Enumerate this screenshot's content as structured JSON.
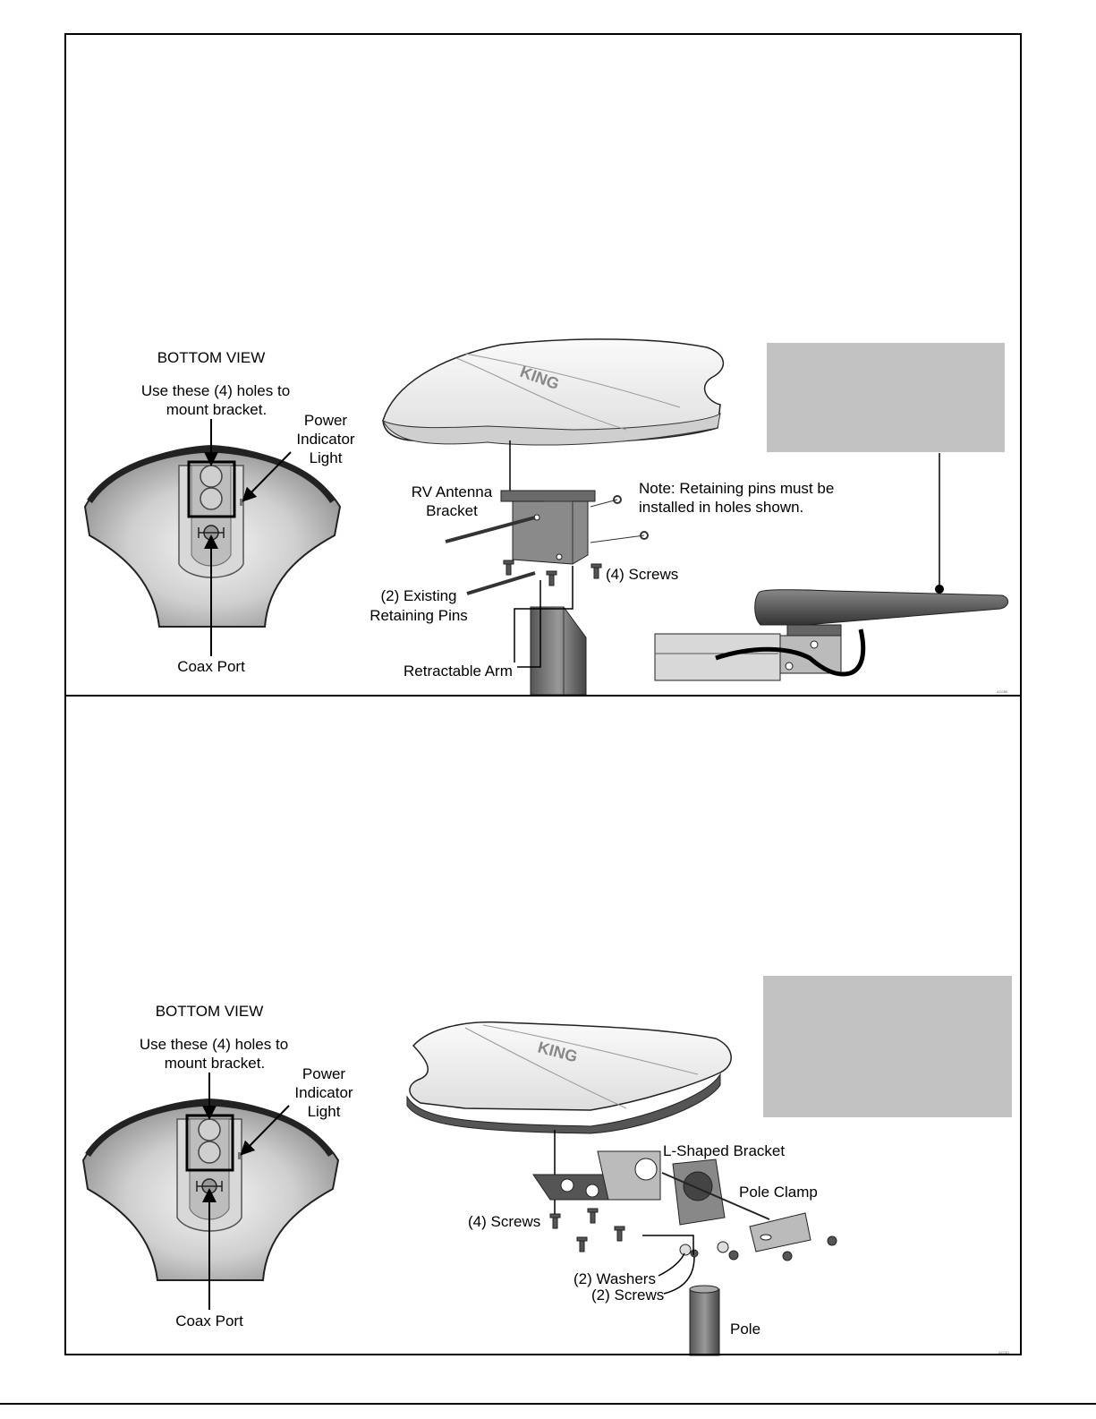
{
  "panels": [
    {
      "bottom_view": {
        "title": "BOTTOM VIEW",
        "holes_line1": "Use these (4) holes to",
        "holes_line2": "mount bracket.",
        "power_line1": "Power",
        "power_line2": "Indicator",
        "power_line3": "Light",
        "coax": "Coax Port"
      },
      "assembly": {
        "bracket_line1": "RV Antenna",
        "bracket_line2": "Bracket",
        "note_line1": "Note: Retaining pins must be",
        "note_line2": "installed in holes shown.",
        "screws": "(4) Screws",
        "pins_line1": "(2) Existing",
        "pins_line2": "Retaining Pins",
        "arm": "Retractable Arm"
      },
      "logo": "KING",
      "fig_code": "AC080"
    },
    {
      "bottom_view": {
        "title": "BOTTOM VIEW",
        "holes_line1": "Use these (4) holes to",
        "holes_line2": "mount bracket.",
        "power_line1": "Power",
        "power_line2": "Indicator",
        "power_line3": "Light",
        "coax": "Coax Port"
      },
      "assembly": {
        "l_bracket": "L-Shaped Bracket",
        "pole_clamp": "Pole Clamp",
        "screws": "(4) Screws",
        "washers": "(2) Washers",
        "screws2": "(2) Screws",
        "pole": "Pole"
      },
      "logo": "KING",
      "fig_code": "AC081"
    }
  ],
  "colors": {
    "border": "#000000",
    "placeholder_box": "#c2c2c2"
  }
}
